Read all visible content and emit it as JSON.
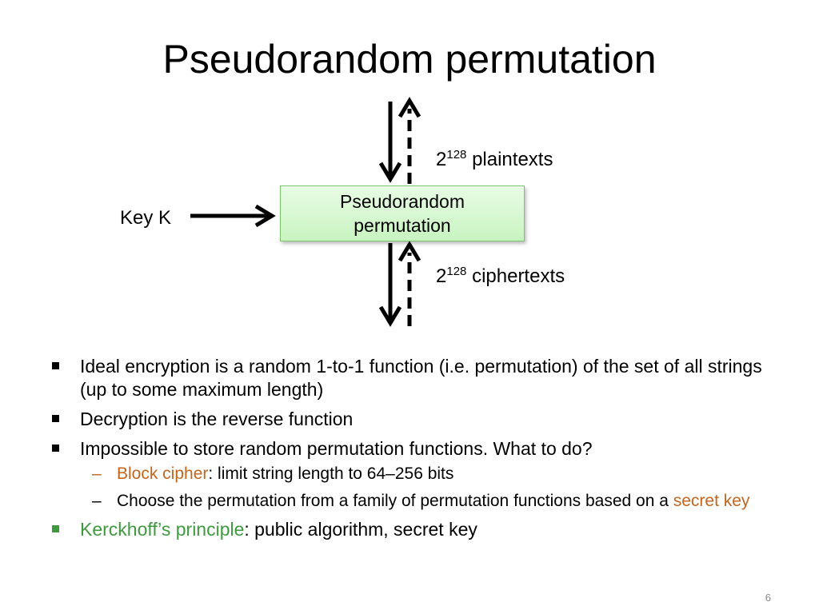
{
  "title": "Pseudorandom permutation",
  "diagram": {
    "box_line1": "Pseudorandom",
    "box_line2": "permutation",
    "key_label": "Key K",
    "plain_base": "2",
    "plain_exp": "128",
    "plain_text": "plaintexts",
    "cipher_base": "2",
    "cipher_exp": "128",
    "cipher_text": "ciphertexts"
  },
  "bullets": {
    "b1": "Ideal encryption is a random 1-to-1 function (i.e. permutation) of the set of all strings (up to some maximum length)",
    "b2": "Decryption is the reverse function",
    "b3": "Impossible to store random permutation functions. What to do?",
    "s1_highlight": "Block cipher",
    "s1_rest": ": limit string length to  64–256 bits",
    "s2_text": "Choose the permutation from a family of permutation functions based on a ",
    "s2_highlight": "secret key",
    "b4_highlight": "Kerckhoff’s principle",
    "b4_rest": ": public algorithm, secret key",
    "dash": "–"
  },
  "page_number": "6",
  "colors": {
    "highlight_orange": "#c4651d",
    "highlight_green": "#3f9a3f",
    "box_fill": "#d6f7d0"
  }
}
